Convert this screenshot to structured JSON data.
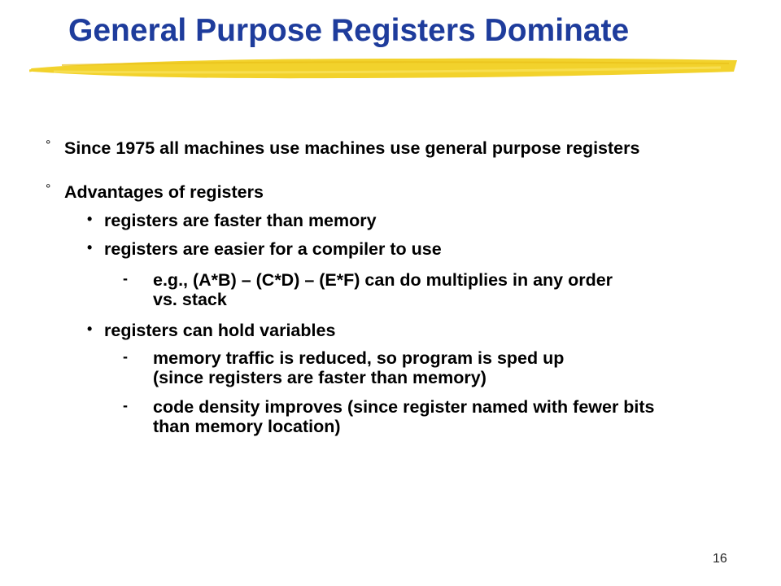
{
  "slide": {
    "title": "General Purpose Registers Dominate",
    "page_number": "16",
    "accent_color": "#1e3c9c",
    "brush_color": "#f2d22c",
    "bullets": {
      "b1": "Since 1975 all machines use machines use general purpose registers",
      "b2": "Advantages of registers",
      "b2_1": "registers are faster than memory",
      "b2_2": "registers are easier for a compiler to use",
      "b2_2_1_line1": "e.g., (A*B) – (C*D) – (E*F) can do multiplies in any order",
      "b2_2_1_line2": "vs. stack",
      "b2_3": "registers can hold variables",
      "b2_3_1_line1": "memory traffic is reduced, so program is sped up",
      "b2_3_1_line2": "(since registers are faster than memory)",
      "b2_3_2_line1": "code density improves (since register named with fewer bits",
      "b2_3_2_line2": "than memory location)"
    },
    "markers": {
      "level1": "°",
      "level2": "•",
      "level3": "-"
    }
  }
}
